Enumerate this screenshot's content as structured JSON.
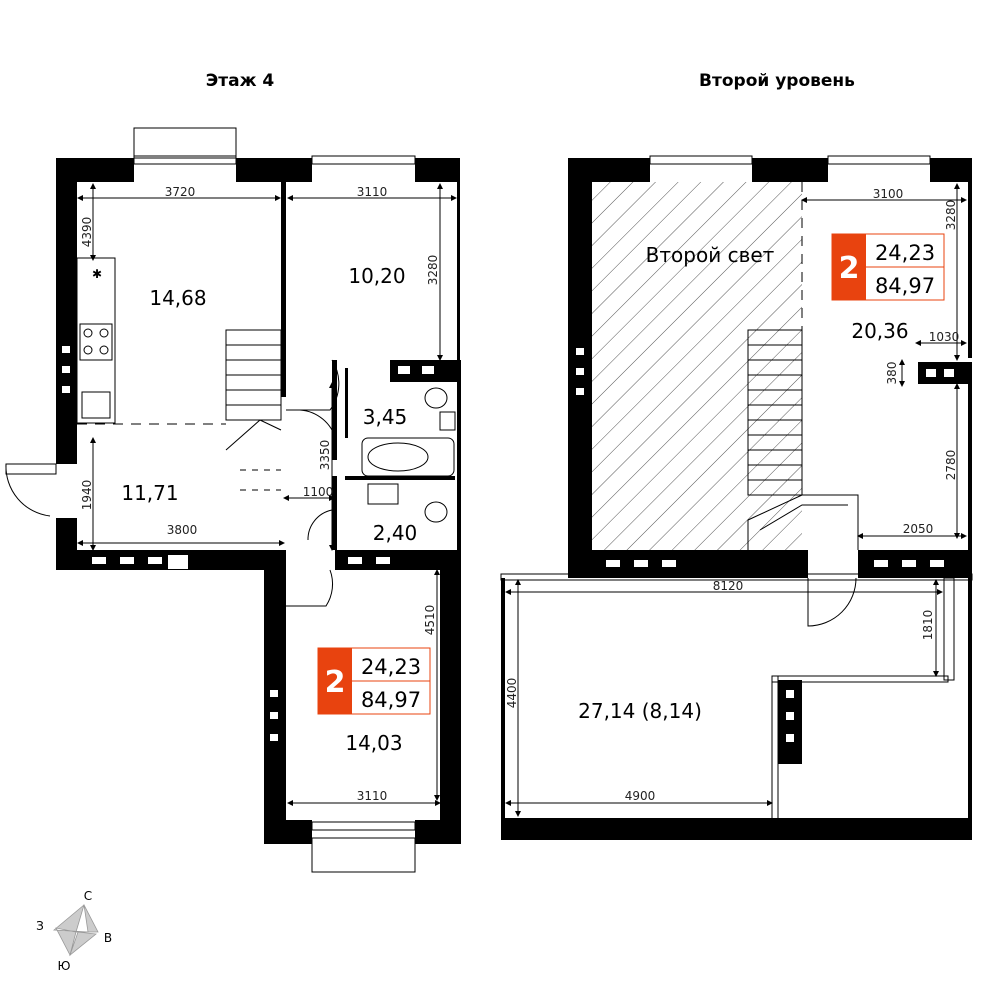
{
  "titles": {
    "floor4": "Этаж 4",
    "level2": "Второй уровень"
  },
  "rooms": {
    "floor4_room_a": "14,68",
    "floor4_room_b": "10,20",
    "floor4_bath": "3,45",
    "floor4_hall": "11,71",
    "floor4_wc": "2,40",
    "floor4_room_c": "14,03",
    "level2_void": "Второй свет",
    "level2_room": "20,36",
    "level2_terrace": "27,14 (8,14)"
  },
  "badge": {
    "rooms": "2",
    "living_area": "24,23",
    "total_area": "84,97",
    "color": "#e8430f"
  },
  "dimensions": {
    "d3720": "3720",
    "d3110_top": "3110",
    "d4390": "4390",
    "d3280": "3280",
    "d3350": "3350",
    "d1100": "1100",
    "d1940": "1940",
    "d3800": "3800",
    "d4510": "4510",
    "d3110_bottom": "3110",
    "l2_3100": "3100",
    "l2_3280": "3280",
    "l2_1030": "1030",
    "l2_380": "380",
    "l2_2780": "2780",
    "l2_2050": "2050",
    "l2_8120": "8120",
    "l2_1810": "1810",
    "l2_4400": "4400",
    "l2_4900": "4900"
  },
  "compass": {
    "north": "С",
    "south": "Ю",
    "west": "З",
    "east": "В"
  }
}
